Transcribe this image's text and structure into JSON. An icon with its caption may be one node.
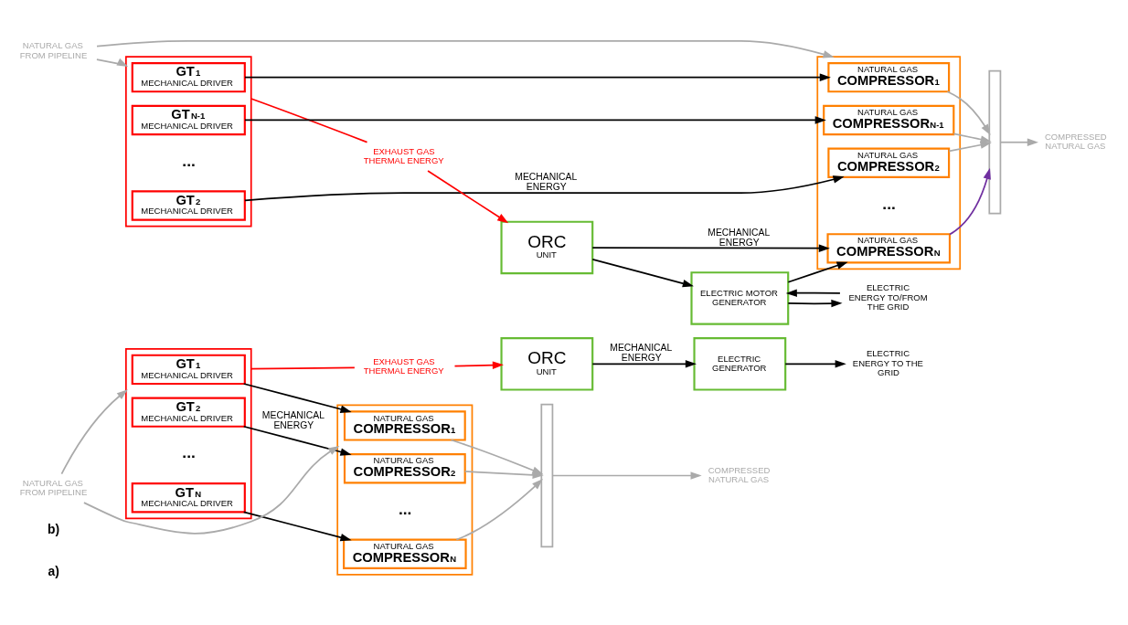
{
  "diagram": {
    "nodes": [
      {
        "text": [],
        "shape": "box"
      },
      {
        "text": [
          "GT$_{1}$",
          "MECHANICAL DRIVER"
        ],
        "in": 0
      },
      {
        "text": [
          "GT$_{2}$",
          "MECHANICAL DRIVER"
        ],
        "in": 0
      },
      {
        "text": [
          "GT$_{N}$",
          "MECHANICAL DRIVER"
        ],
        "in": 0
      },
      {
        "text": [],
        "shape": "box"
      },
      {
        "text": [
          "NATURAL GAS",
          "COMPRESSOR$_{1}$"
        ],
        "in": 4
      },
      {
        "text": [
          "NATURAL GAS",
          "COMPRESSOR$_{2}$"
        ],
        "in": 4
      },
      {
        "text": [
          "NATURAL GAS",
          "COMPRESSOR$_{N}$"
        ],
        "in": 4
      },
      {
        "text": [],
        "shape": "bar"
      },
      {
        "text": [
          "NATURAL GAS FROM PIPELINE"
        ]
      },
      {
        "text": [
          "COMPRESSED NATURAL GAS"
        ]
      },
      {
        "text": [
          "EXHAUST GAS THERMAL ENERGY"
        ]
      },
      {
        "text": [
          "ORC",
          "UNIT"
        ]
      },
      {
        "text": [
          "ELECTRIC GENERATOR"
        ]
      },
      {
        "text": [
          "ELECTRIC ENERGY TO THE GRID"
        ]
      },
      {
        "text": [],
        "shape": "box"
      },
      {
        "text": [
          "GT$_{1}$",
          "MECHANICAL DRIVER"
        ],
        "in": 15
      },
      {
        "text": [
          "GT$_{2}$",
          "MECHANICAL DRIVER"
        ],
        "in": 15
      },
      {
        "text": [
          "GT$_{N-1}$",
          "MECHANICAL DRIVER"
        ],
        "in": 15
      },
      {
        "text": [],
        "shape": "box"
      },
      {
        "text": [
          "NATURAL GAS",
          "COMPRESSOR$_{1}$"
        ],
        "in": 19
      },
      {
        "text": [
          "NATURAL GAS",
          "COMPRESSOR$_{2}$"
        ],
        "in": 19
      },
      {
        "text": [
          "NATURAL GAS",
          "COMPRESSOR$_{N-1}$"
        ],
        "in": 19
      },
      {
        "text": [
          "NATURAL GAS",
          "COMPRESSOR$_{N}$"
        ],
        "in": 19
      },
      {
        "text": [],
        "shape": "bar"
      },
      {
        "text": [
          "NATURAL GAS FROM PIPELINE"
        ]
      },
      {
        "text": [
          "COMPRESSED NATURAL GAS"
        ]
      },
      {
        "text": [
          "EXHAUST GAS THERMAL ENERGY"
        ]
      },
      {
        "text": [
          "ORC",
          "UNIT"
        ]
      },
      {
        "text": [
          "ELECTRIC MOTOR GENERATOR"
        ]
      },
      {
        "text": [
          "ELECTRIC ENERGY TO/FROM THE GRID"
        ]
      }
    ],
    "edges": [
      {
        "from": 9,
        "to": 0,
        "arrow": "to",
        "color": "#aaaaaa"
      },
      {
        "from": 9,
        "to": 4,
        "arrow": "to",
        "color": "#aaaaaa"
      },
      {
        "from": 1,
        "to": 5,
        "arrow": "to"
      },
      {
        "from": 2,
        "to": 6,
        "arrow": "to",
        "label": "MECHANICAL ENERGY"
      },
      {
        "from": 3,
        "to": 7,
        "arrow": "to"
      },
      {
        "from": 5,
        "to": 8,
        "arrow": "to",
        "color": "#aaaaaa"
      },
      {
        "from": 6,
        "to": 8,
        "arrow": "to",
        "color": "#aaaaaa"
      },
      {
        "from": 7,
        "to": 8,
        "arrow": "to",
        "color": "#aaaaaa"
      },
      {
        "from": 8,
        "to": 10,
        "arrow": "to",
        "color": "#aaaaaa"
      },
      {
        "from": 0,
        "to": 11,
        "arrow": "none",
        "color": "#ff0000"
      },
      {
        "from": 11,
        "to": 12,
        "arrow": "to",
        "color": "#ff0000"
      },
      {
        "from": 12,
        "to": 13,
        "arrow": "to",
        "label": "MECHANICAL ENERGY"
      },
      {
        "from": 13,
        "to": 14,
        "arrow": "to"
      },
      {
        "from": 25,
        "to": 15,
        "arrow": "to",
        "color": "#aaaaaa"
      },
      {
        "from": 25,
        "to": 19,
        "arrow": "to",
        "color": "#aaaaaa"
      },
      {
        "from": 16,
        "to": 20,
        "arrow": "to"
      },
      {
        "from": 17,
        "to": 21,
        "arrow": "to",
        "label": "MECHANICAL ENERGY"
      },
      {
        "from": 18,
        "to": 22,
        "arrow": "to"
      },
      {
        "from": 20,
        "to": 24,
        "arrow": "to",
        "color": "#aaaaaa"
      },
      {
        "from": 21,
        "to": 24,
        "arrow": "to",
        "color": "#aaaaaa"
      },
      {
        "from": 22,
        "to": 24,
        "arrow": "to",
        "color": "#aaaaaa"
      },
      {
        "from": 23,
        "to": 24,
        "arrow": "to",
        "color": "#7030a0"
      },
      {
        "from": 24,
        "to": 26,
        "arrow": "to",
        "color": "#aaaaaa"
      },
      {
        "from": 15,
        "to": 27,
        "arrow": "none",
        "color": "#ff0000"
      },
      {
        "from": 27,
        "to": 28,
        "arrow": "to",
        "color": "#ff0000"
      },
      {
        "from": 28,
        "to": 23,
        "arrow": "to",
        "label": "MECHANICAL ENERGY"
      },
      {
        "from": 29,
        "to": 23,
        "arrow": "to"
      },
      {
        "from": 28,
        "to": 29,
        "arrow": "to"
      },
      {
        "from": 29,
        "to": 30,
        "arrow": "to"
      },
      {
        "from": 30,
        "to": 29,
        "arrow": "to"
      }
    ],
    "labels": [
      "a)",
      "b)",
      "...",
      "...",
      "...",
      "..."
    ]
  }
}
